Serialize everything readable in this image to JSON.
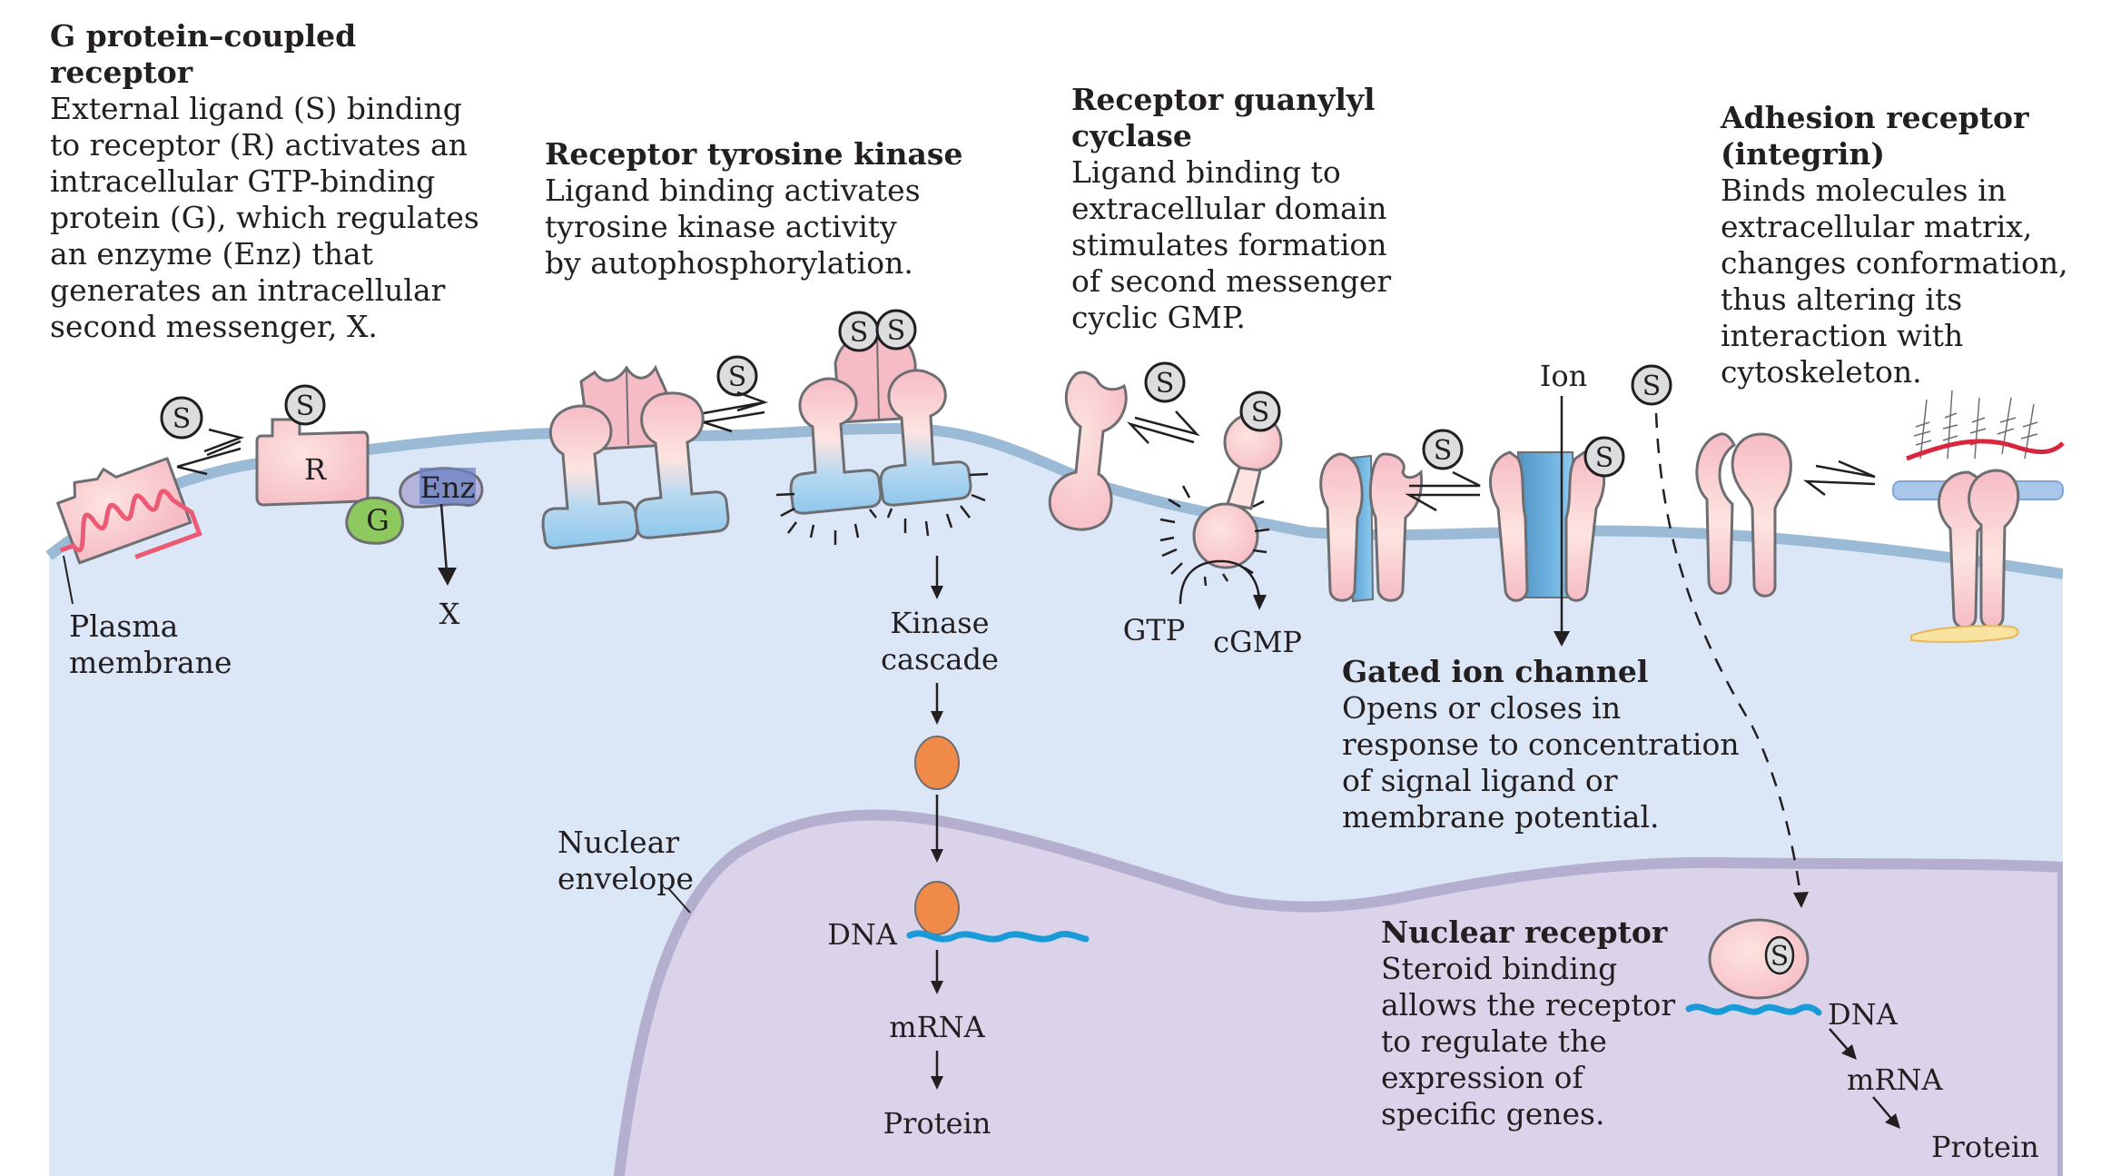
{
  "colors": {
    "cytoplasm": "#dbe6f6",
    "membrane": "#9bbad6",
    "nucleus": "#dbd3ea",
    "nuclear_envelope": "#b4afcf",
    "protein_pink": "#f6bcc6",
    "protein_light": "#fde4e0",
    "cytoplasmic_domain_blue": "#8ec7ec",
    "ligand_gray": "#dcdddf",
    "g_protein_green": "#8dc95e",
    "enzyme_purple": "#b3b3dc",
    "enzyme_blue": "#6b82c3",
    "kinase_orange": "#f08a48",
    "dna_blue": "#1a9ad6",
    "ecm_red": "#d9253d",
    "cytoskeleton_yellow": "#f9e3a0"
  },
  "sections": {
    "gpcr": {
      "title": [
        "G protein–coupled",
        "receptor"
      ],
      "body": [
        "External ligand (S) binding",
        "to receptor (R) activates an",
        "intracellular GTP-binding",
        "protein (G), which regulates",
        "an enzyme (Enz) that",
        "generates an intracellular",
        "second messenger, X."
      ],
      "labels": {
        "ligand": "S",
        "receptor": "R",
        "g_protein": "G",
        "enzyme": "Enz",
        "messenger": "X",
        "membrane": [
          "Plasma",
          "membrane"
        ]
      }
    },
    "rtk": {
      "title": [
        "Receptor tyrosine kinase"
      ],
      "body": [
        "Ligand binding activates",
        "tyrosine kinase activity",
        "by autophosphorylation."
      ],
      "labels": {
        "ligand": "S",
        "cascade": [
          "Kinase",
          "cascade"
        ],
        "dna": "DNA",
        "mrna": "mRNA",
        "protein": "Protein",
        "envelope": [
          "Nuclear",
          "envelope"
        ]
      }
    },
    "guanylyl": {
      "title": [
        "Receptor guanylyl",
        "cyclase"
      ],
      "body": [
        "Ligand binding to",
        "extracellular domain",
        "stimulates formation",
        "of second messenger",
        "cyclic GMP."
      ],
      "labels": {
        "ligand": "S",
        "substrate": "GTP",
        "product": "cGMP"
      }
    },
    "ion_channel": {
      "title": [
        "Gated ion channel"
      ],
      "body": [
        "Opens or closes in",
        "response to concentration",
        "of signal ligand or",
        "membrane potential."
      ],
      "labels": {
        "ligand": "S",
        "ion": "Ion"
      }
    },
    "integrin": {
      "title": [
        "Adhesion receptor",
        "(integrin)"
      ],
      "body": [
        "Binds molecules in",
        "extracellular matrix,",
        "changes conformation,",
        "thus altering its",
        "interaction with",
        "cytoskeleton."
      ]
    },
    "nuclear": {
      "title": [
        "Nuclear receptor"
      ],
      "body": [
        "Steroid binding",
        "allows the receptor",
        "to regulate the",
        "expression of",
        "specific genes."
      ],
      "labels": {
        "ligand": "S",
        "dna": "DNA",
        "mrna": "mRNA",
        "protein": "Protein"
      }
    }
  }
}
